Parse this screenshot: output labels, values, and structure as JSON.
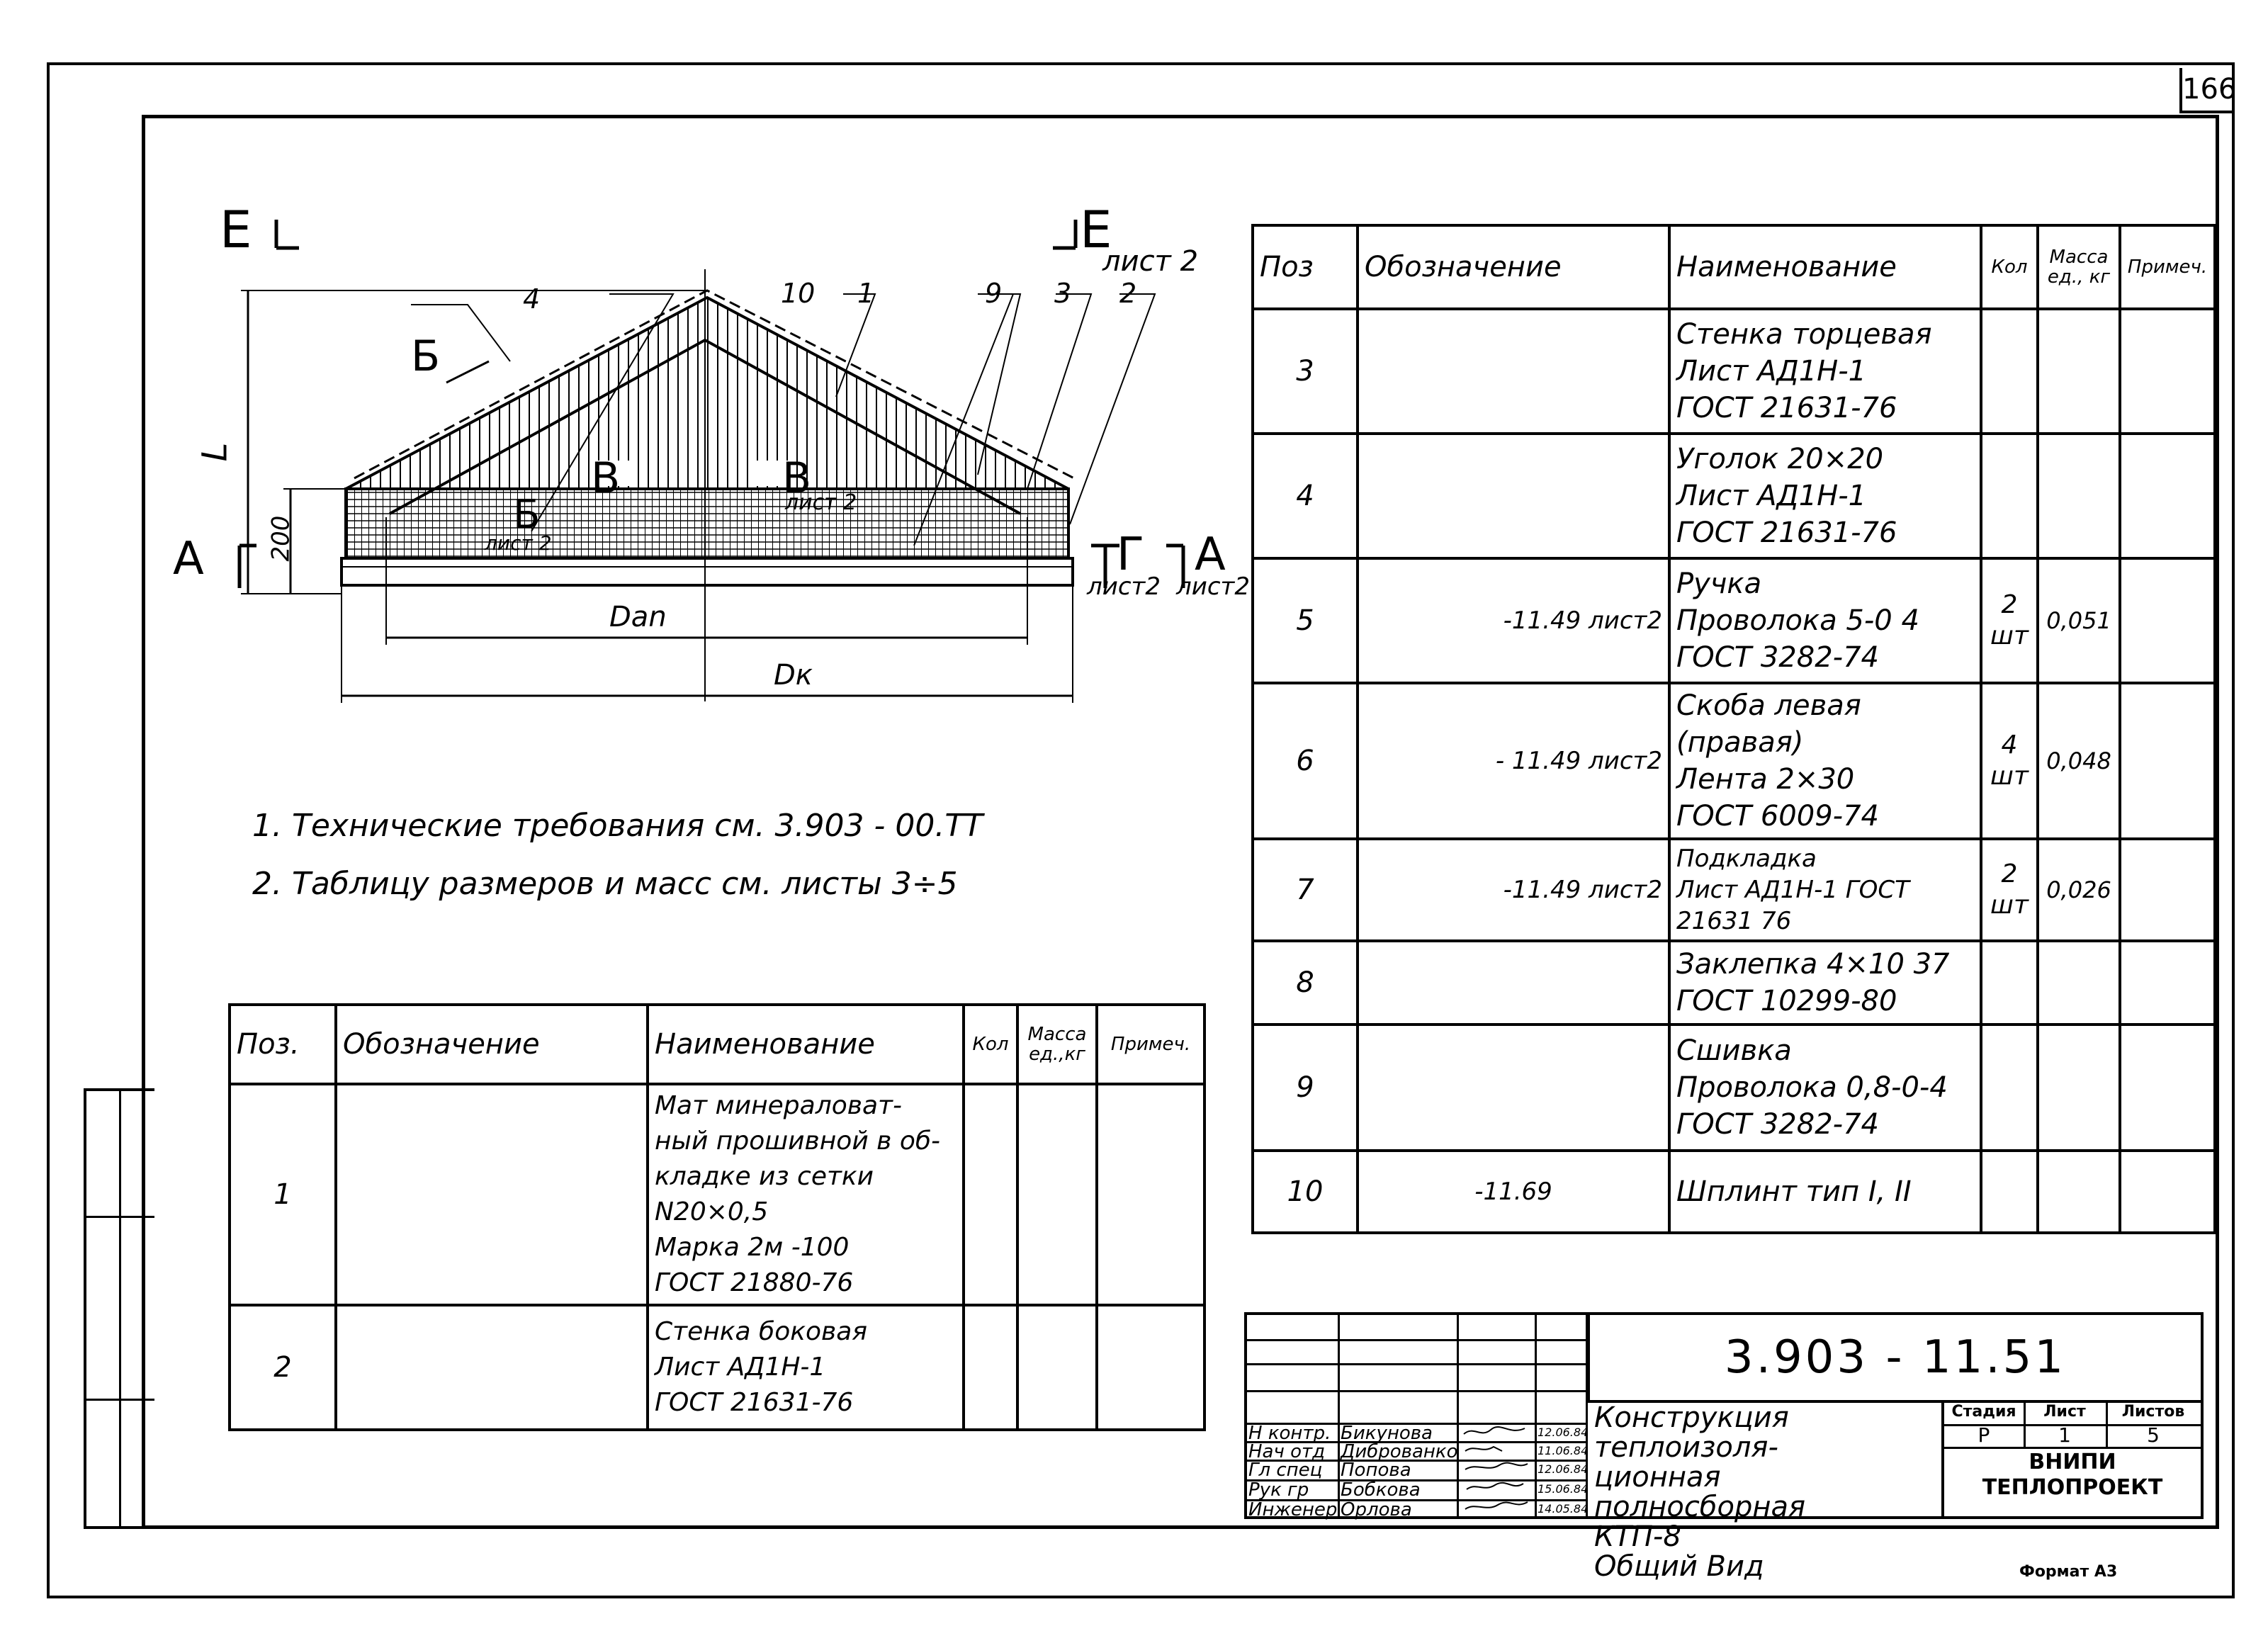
{
  "sheet_number": "166",
  "drawing": {
    "section_E_left": "Е",
    "section_E_right": "Е",
    "section_E_ref": "лист 2",
    "dim_L": "L",
    "dim_200": "200",
    "label_A": "А",
    "label_A_right": "А",
    "label_A_ref": "лист2",
    "label_G": "Г",
    "label_G_ref": "лист2",
    "label_B_arrow": "Б",
    "label_B_lower": "Б",
    "label_B_lower_ref": "лист 2",
    "label_V_left": "В",
    "label_V_right": "В",
    "label_V_ref": "лист 2",
    "dim_Dan": "Dan",
    "dim_Dk": "Dк",
    "callouts": [
      "4",
      "10",
      "1",
      "9",
      "3",
      "2"
    ]
  },
  "notes": [
    "1. Технические требования см.   3.903 - 00.ТТ",
    "2. Таблицу размеров и масс см. листы   3÷5"
  ],
  "spec_headers": {
    "pos": "Поз",
    "pos_dot": "Поз.",
    "designation": "Обозначение",
    "name": "Наименование",
    "qty": "Кол",
    "mass": "Масса ед., кг",
    "mass_left": "Масса ед.,кг",
    "note": "Примеч.",
    "note_left": "Примеч."
  },
  "spec_right": [
    {
      "pos": "3",
      "designation": "",
      "name": "Стенка торцевая\n Лист АД1Н-1\nГОСТ 21631-76",
      "qty": "",
      "mass": ""
    },
    {
      "pos": "4",
      "designation": "",
      "name": " Уголок 20×20\n Лист АД1Н-1\nГОСТ 21631-76",
      "qty": "",
      "mass": ""
    },
    {
      "pos": "5",
      "designation": "-11.49 лист2",
      "name": "  Ручка\nПроволока 5-0 4\nГОСТ 3282-74",
      "qty": "2\nшт",
      "mass": "0,051"
    },
    {
      "pos": "6",
      "designation": "- 11.49 лист2",
      "name": "Скоба левая (правая)\n Лента 2×30\nГОСТ 6009-74",
      "qty": "4\nшт",
      "mass": "0,048"
    },
    {
      "pos": "7",
      "designation": "-11.49 лист2",
      "name": " Подкладка\nЛист АД1Н-1 ГОСТ 21631 76",
      "qty": "2\nшт",
      "mass": "0,026"
    },
    {
      "pos": "8",
      "designation": "",
      "name": " Заклепка 4×10 37\n ГОСТ 10299-80",
      "qty": "",
      "mass": ""
    },
    {
      "pos": "9",
      "designation": "",
      "name": "   Сшивка\nПроволока 0,8-0-4\nГОСТ 3282-74",
      "qty": "",
      "mass": ""
    },
    {
      "pos": "10",
      "designation": "-11.69",
      "name": "  Шплинт тип I, II",
      "qty": "",
      "mass": ""
    }
  ],
  "spec_left": [
    {
      "pos": "1",
      "designation": "",
      "name": "Мат минераловат-\nный прошивной в об-\nкладке из сетки N20×0,5\nМарка 2м -100\nГОСТ 21880-76",
      "qty": "",
      "mass": ""
    },
    {
      "pos": "2",
      "designation": "",
      "name": "Стенка боковая\nЛист АД1Н-1\nГОСТ 21631-76",
      "qty": "",
      "mass": ""
    }
  ],
  "title_block": {
    "code": "3.903 - 11.51",
    "title": "Конструкция теплоизоля-\nционная полносборная\n             КТП-8\nОбщий  Вид",
    "stage_label": "Стадия",
    "sheet_label": "Лист",
    "sheets_label": "Листов",
    "stage": "Р",
    "sheet": "1",
    "sheets": "5",
    "org_line1": "ВНИПИ",
    "org_line2": "ТЕПЛОПРОЕКТ",
    "signatures": [
      {
        "role": "Н контр.",
        "name": "Бикунова",
        "date": "12.06.84"
      },
      {
        "role": "Нач отд",
        "name": "Диброванко",
        "date": "11.06.84"
      },
      {
        "role": "Гл спец",
        "name": "Попова",
        "date": "12.06.84"
      },
      {
        "role": "Рук гр",
        "name": "Бобкова",
        "date": "15.06.84"
      },
      {
        "role": "Инженер",
        "name": "Орлова",
        "date": "14.05.84"
      }
    ]
  },
  "format_label": "Формат А3"
}
